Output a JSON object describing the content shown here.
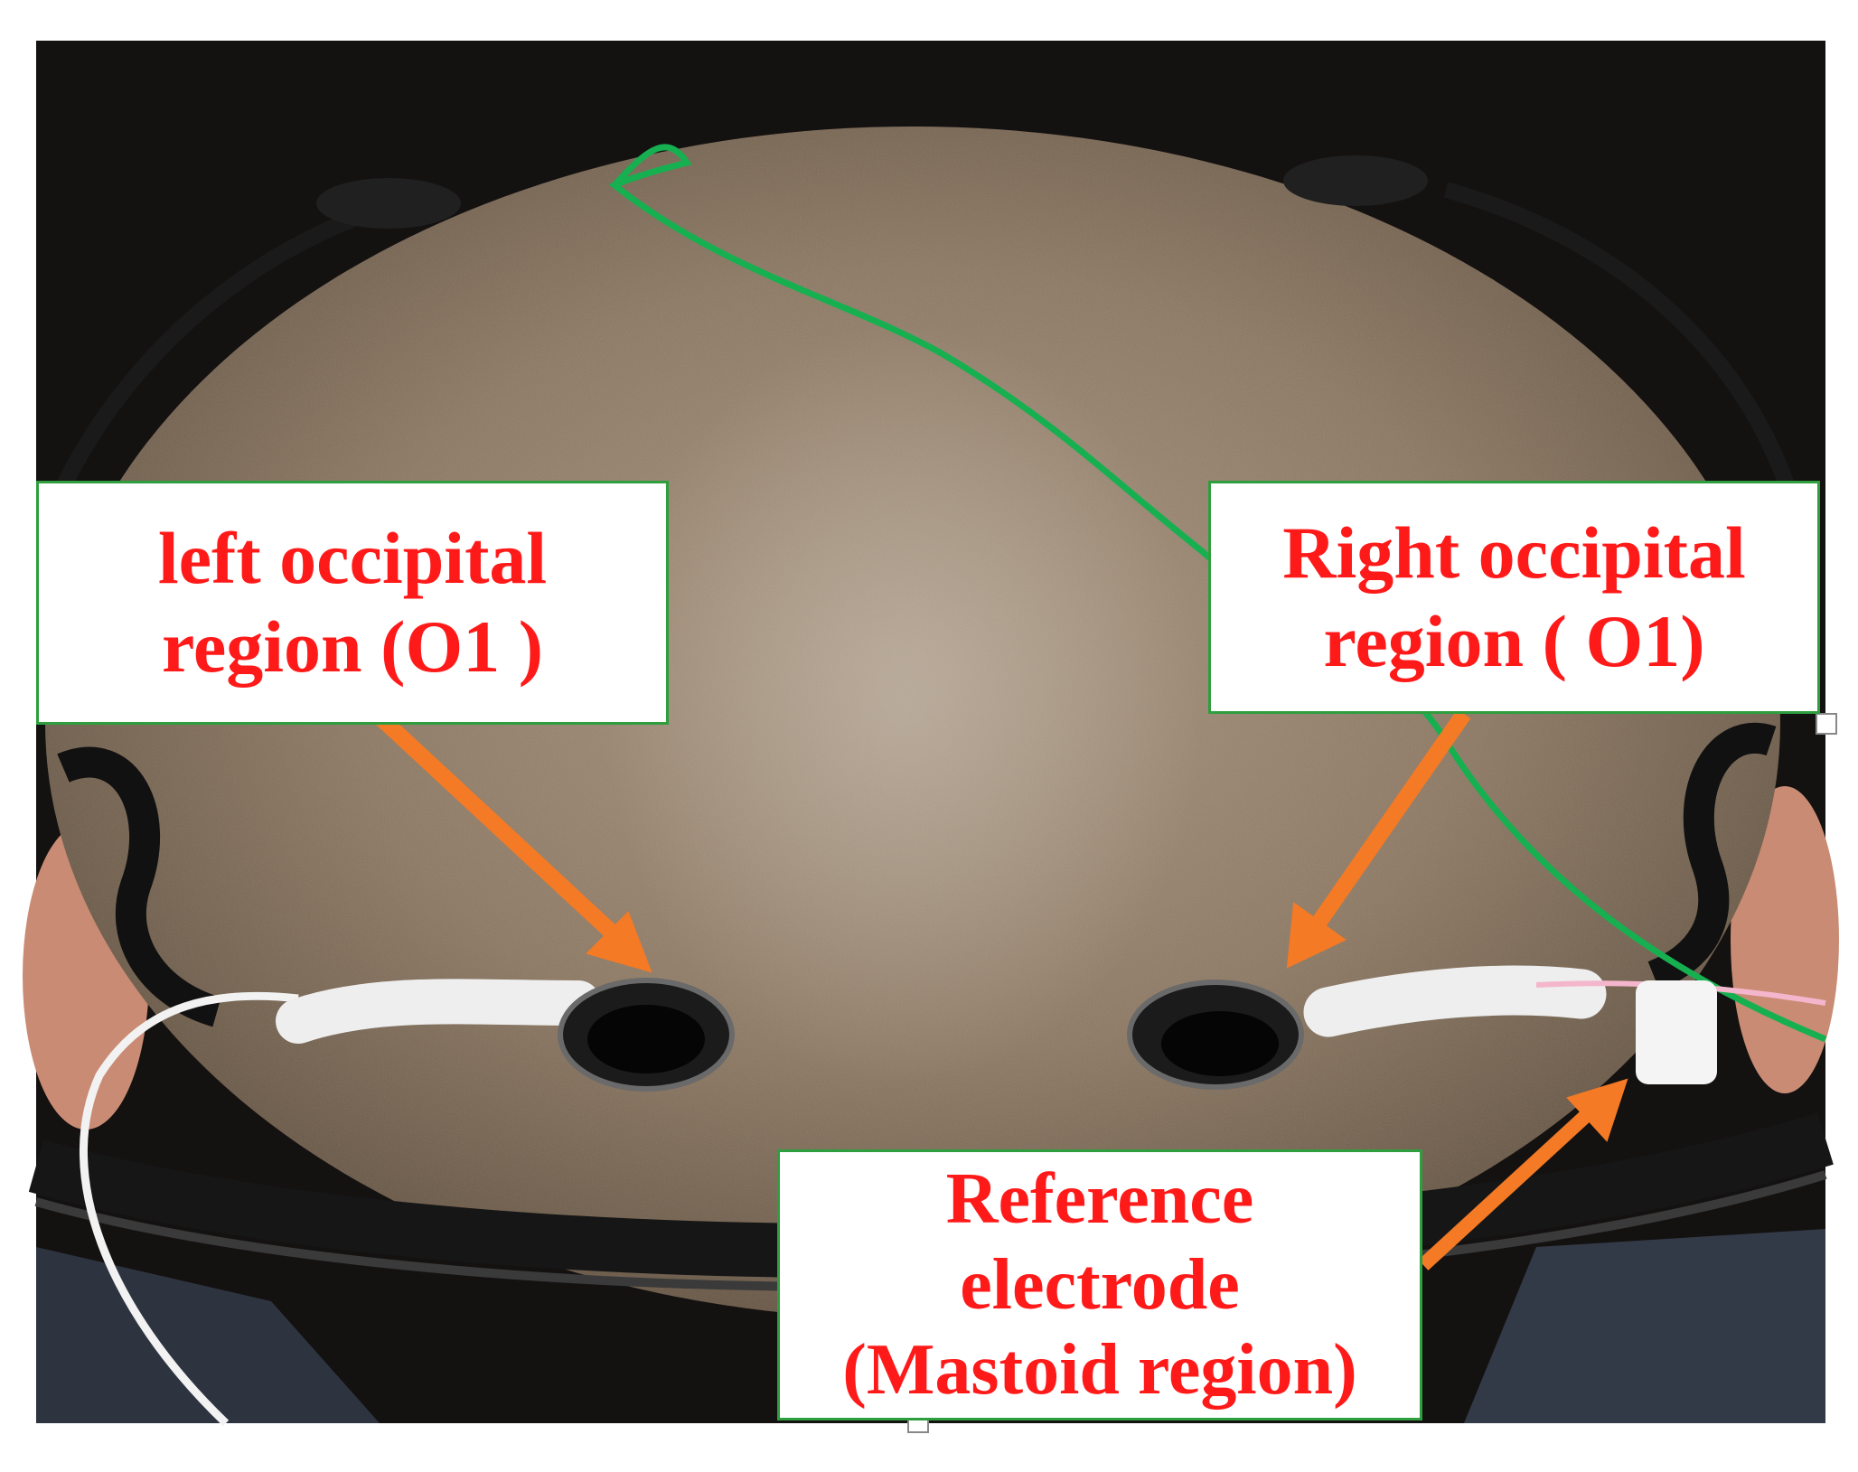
{
  "labels": {
    "left": {
      "line1": "left occipital",
      "line2": "region (O1 )"
    },
    "right": {
      "line1": "Right occipital",
      "line2": "region ( O1)"
    },
    "reference": {
      "line1": "Reference",
      "line2": "electrode",
      "line3": "(Mastoid region)"
    }
  },
  "colors": {
    "label_text": "#ff1a1a",
    "label_border": "#2e9e3e",
    "arrow": "#f47a25",
    "green_wire": "#16b050",
    "scalp": "#8a7560",
    "background": "#141111"
  },
  "icons": [
    "electrode-icon",
    "arrow-icon",
    "headband-icon",
    "wire-icon"
  ]
}
